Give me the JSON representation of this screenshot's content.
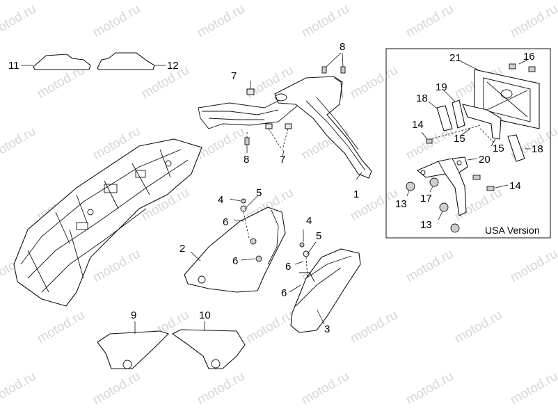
{
  "watermark_text": "motod.ru",
  "region_label": "USA Version",
  "callouts": [
    {
      "id": "c11",
      "label": "11"
    },
    {
      "id": "c12",
      "label": "12"
    },
    {
      "id": "c8a",
      "label": "8"
    },
    {
      "id": "c7a",
      "label": "7"
    },
    {
      "id": "c8b",
      "label": "8"
    },
    {
      "id": "c7b",
      "label": "7"
    },
    {
      "id": "c1",
      "label": "1"
    },
    {
      "id": "c4a",
      "label": "4"
    },
    {
      "id": "c5a",
      "label": "5"
    },
    {
      "id": "c6a",
      "label": "6"
    },
    {
      "id": "c2",
      "label": "2"
    },
    {
      "id": "c6b",
      "label": "6"
    },
    {
      "id": "c4b",
      "label": "4"
    },
    {
      "id": "c5b",
      "label": "5"
    },
    {
      "id": "c6c",
      "label": "6"
    },
    {
      "id": "c6d",
      "label": "6"
    },
    {
      "id": "c3",
      "label": "3"
    },
    {
      "id": "c9",
      "label": "9"
    },
    {
      "id": "c10",
      "label": "10"
    },
    {
      "id": "c21",
      "label": "21"
    },
    {
      "id": "c16",
      "label": "16"
    },
    {
      "id": "c19",
      "label": "19"
    },
    {
      "id": "c18a",
      "label": "18"
    },
    {
      "id": "c14a",
      "label": "14"
    },
    {
      "id": "c15a",
      "label": "15"
    },
    {
      "id": "c15b",
      "label": "15"
    },
    {
      "id": "c18b",
      "label": "18"
    },
    {
      "id": "c20",
      "label": "20"
    },
    {
      "id": "c14b",
      "label": "14"
    },
    {
      "id": "c13a",
      "label": "13"
    },
    {
      "id": "c17",
      "label": "17"
    },
    {
      "id": "c13b",
      "label": "13"
    }
  ]
}
